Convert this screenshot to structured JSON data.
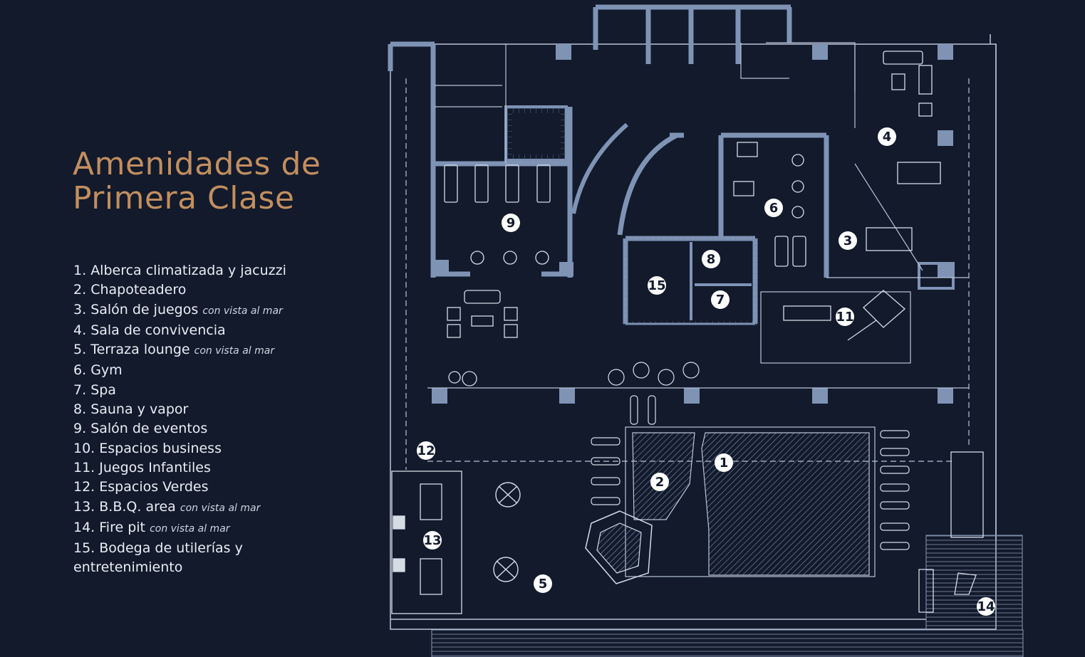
{
  "title": {
    "line1": "Amenidades de",
    "line2": "Primera Clase"
  },
  "legend": [
    {
      "number": "1.",
      "label": "Alberca climatizada y jacuzzi",
      "note": ""
    },
    {
      "number": "2.",
      "label": "Chapoteadero",
      "note": ""
    },
    {
      "number": "3.",
      "label": "Salón de juegos",
      "note": "con vista al mar"
    },
    {
      "number": "4.",
      "label": "Sala de convivencia",
      "note": ""
    },
    {
      "number": "5.",
      "label": "Terraza lounge",
      "note": "con vista al mar"
    },
    {
      "number": "6.",
      "label": "Gym",
      "note": ""
    },
    {
      "number": "7.",
      "label": "Spa",
      "note": ""
    },
    {
      "number": "8.",
      "label": "Sauna y vapor",
      "note": ""
    },
    {
      "number": "9.",
      "label": "Salón de eventos",
      "note": ""
    },
    {
      "number": "10.",
      "label": "Espacios business",
      "note": ""
    },
    {
      "number": "11.",
      "label": "Juegos Infantiles",
      "note": ""
    },
    {
      "number": "12.",
      "label": "Espacios Verdes",
      "note": ""
    },
    {
      "number": "13.",
      "label": "B.B.Q. area",
      "note": "con vista al mar"
    },
    {
      "number": "14.",
      "label": "Fire pit",
      "note": "con vista al mar"
    },
    {
      "number": "15.",
      "label": "Bodega de utilerías y entretenimiento",
      "note": ""
    }
  ],
  "plan_markers": [
    "1",
    "2",
    "3",
    "4",
    "5",
    "6",
    "7",
    "8",
    "9",
    "11",
    "12",
    "13",
    "14",
    "15"
  ],
  "colors": {
    "background": "#121a2c",
    "title": "#c28e5f",
    "text": "#e9edf3",
    "wall": "#7f93b5",
    "line": "#b9c4d6"
  }
}
